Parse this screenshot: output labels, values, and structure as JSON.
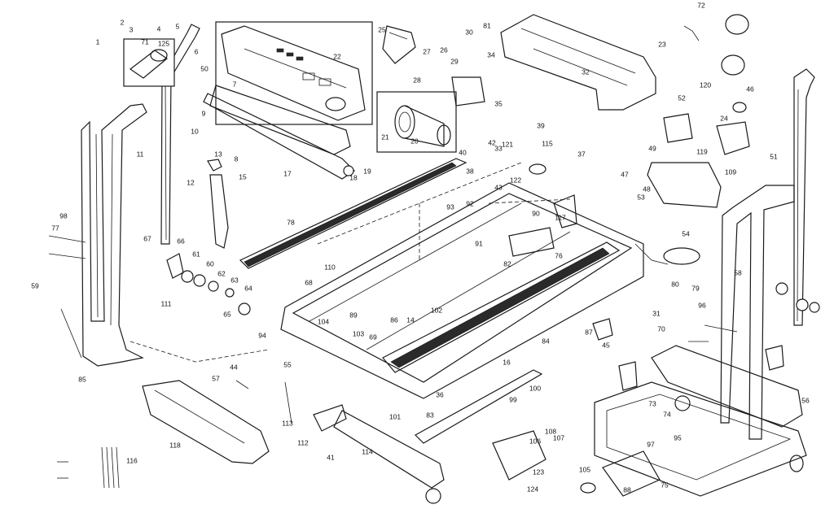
{
  "colors": {
    "ink": "#1a1a1a",
    "background": "#ffffff"
  },
  "callouts": [
    "1",
    "2",
    "3",
    "4",
    "5",
    "6",
    "7",
    "8",
    "9",
    "10",
    "11",
    "12",
    "13",
    "14",
    "15",
    "16",
    "17",
    "18",
    "19",
    "20",
    "21",
    "22",
    "23",
    "24",
    "25",
    "26",
    "27",
    "28",
    "29",
    "30",
    "31",
    "32",
    "33",
    "34",
    "35",
    "36",
    "37",
    "38",
    "39",
    "40",
    "41",
    "42",
    "43",
    "44",
    "45",
    "46",
    "47",
    "48",
    "49",
    "50",
    "51",
    "52",
    "53",
    "54",
    "55",
    "56",
    "57",
    "58",
    "59",
    "60",
    "61",
    "62",
    "63",
    "64",
    "65",
    "66",
    "67",
    "68",
    "69",
    "70",
    "71",
    "72",
    "73",
    "74",
    "75",
    "76",
    "77",
    "78",
    "79",
    "80",
    "81",
    "82",
    "83",
    "84",
    "85",
    "86",
    "87",
    "88",
    "89",
    "90",
    "91",
    "92",
    "93",
    "94",
    "95",
    "96",
    "97",
    "98",
    "99",
    "100",
    "101",
    "102",
    "103",
    "104",
    "105",
    "106",
    "107",
    "108",
    "109",
    "110",
    "111",
    "112",
    "113",
    "114",
    "115",
    "116",
    "117",
    "118",
    "119",
    "120",
    "121",
    "122",
    "123",
    "124",
    "125"
  ]
}
